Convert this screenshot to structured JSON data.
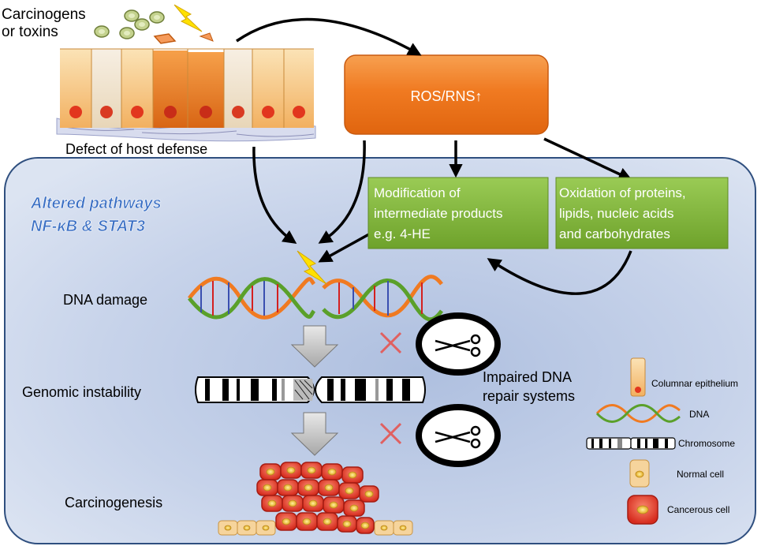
{
  "top": {
    "carcinogens_line1": "Carcinogens",
    "carcinogens_line2": "or toxins",
    "host_defense": "Defect of host defense"
  },
  "ros": {
    "label": "ROS/RNS↑"
  },
  "pathways": {
    "line1": "Altered  pathways",
    "line2": "NF-κB & STAT3"
  },
  "modification": {
    "line1": "Modification of",
    "line2": "intermediate products",
    "line3": "e.g. 4-HE"
  },
  "oxidation": {
    "line1": "Oxidation of  proteins,",
    "line2": "lipids, nucleic acids",
    "line3": "and carbohydrates"
  },
  "stages": {
    "dna_damage": "DNA damage",
    "genomic_instability": "Genomic instability",
    "carcinogenesis": "Carcinogenesis"
  },
  "repair": {
    "line1": "Impaired DNA",
    "line2": "repair systems"
  },
  "legend": {
    "columnar": "Columnar epithelium",
    "dna": "DNA",
    "chromosome": "Chromosome",
    "normal": "Normal cell",
    "cancerous": "Cancerous cell"
  },
  "colors": {
    "panel_fill": "#c9d6ea",
    "panel_border": "#2f4f7f",
    "ros_box": "#f07a21",
    "green_box": "#7cb335",
    "pathway_text": "#3a6fc4",
    "cross": "#e06060"
  }
}
